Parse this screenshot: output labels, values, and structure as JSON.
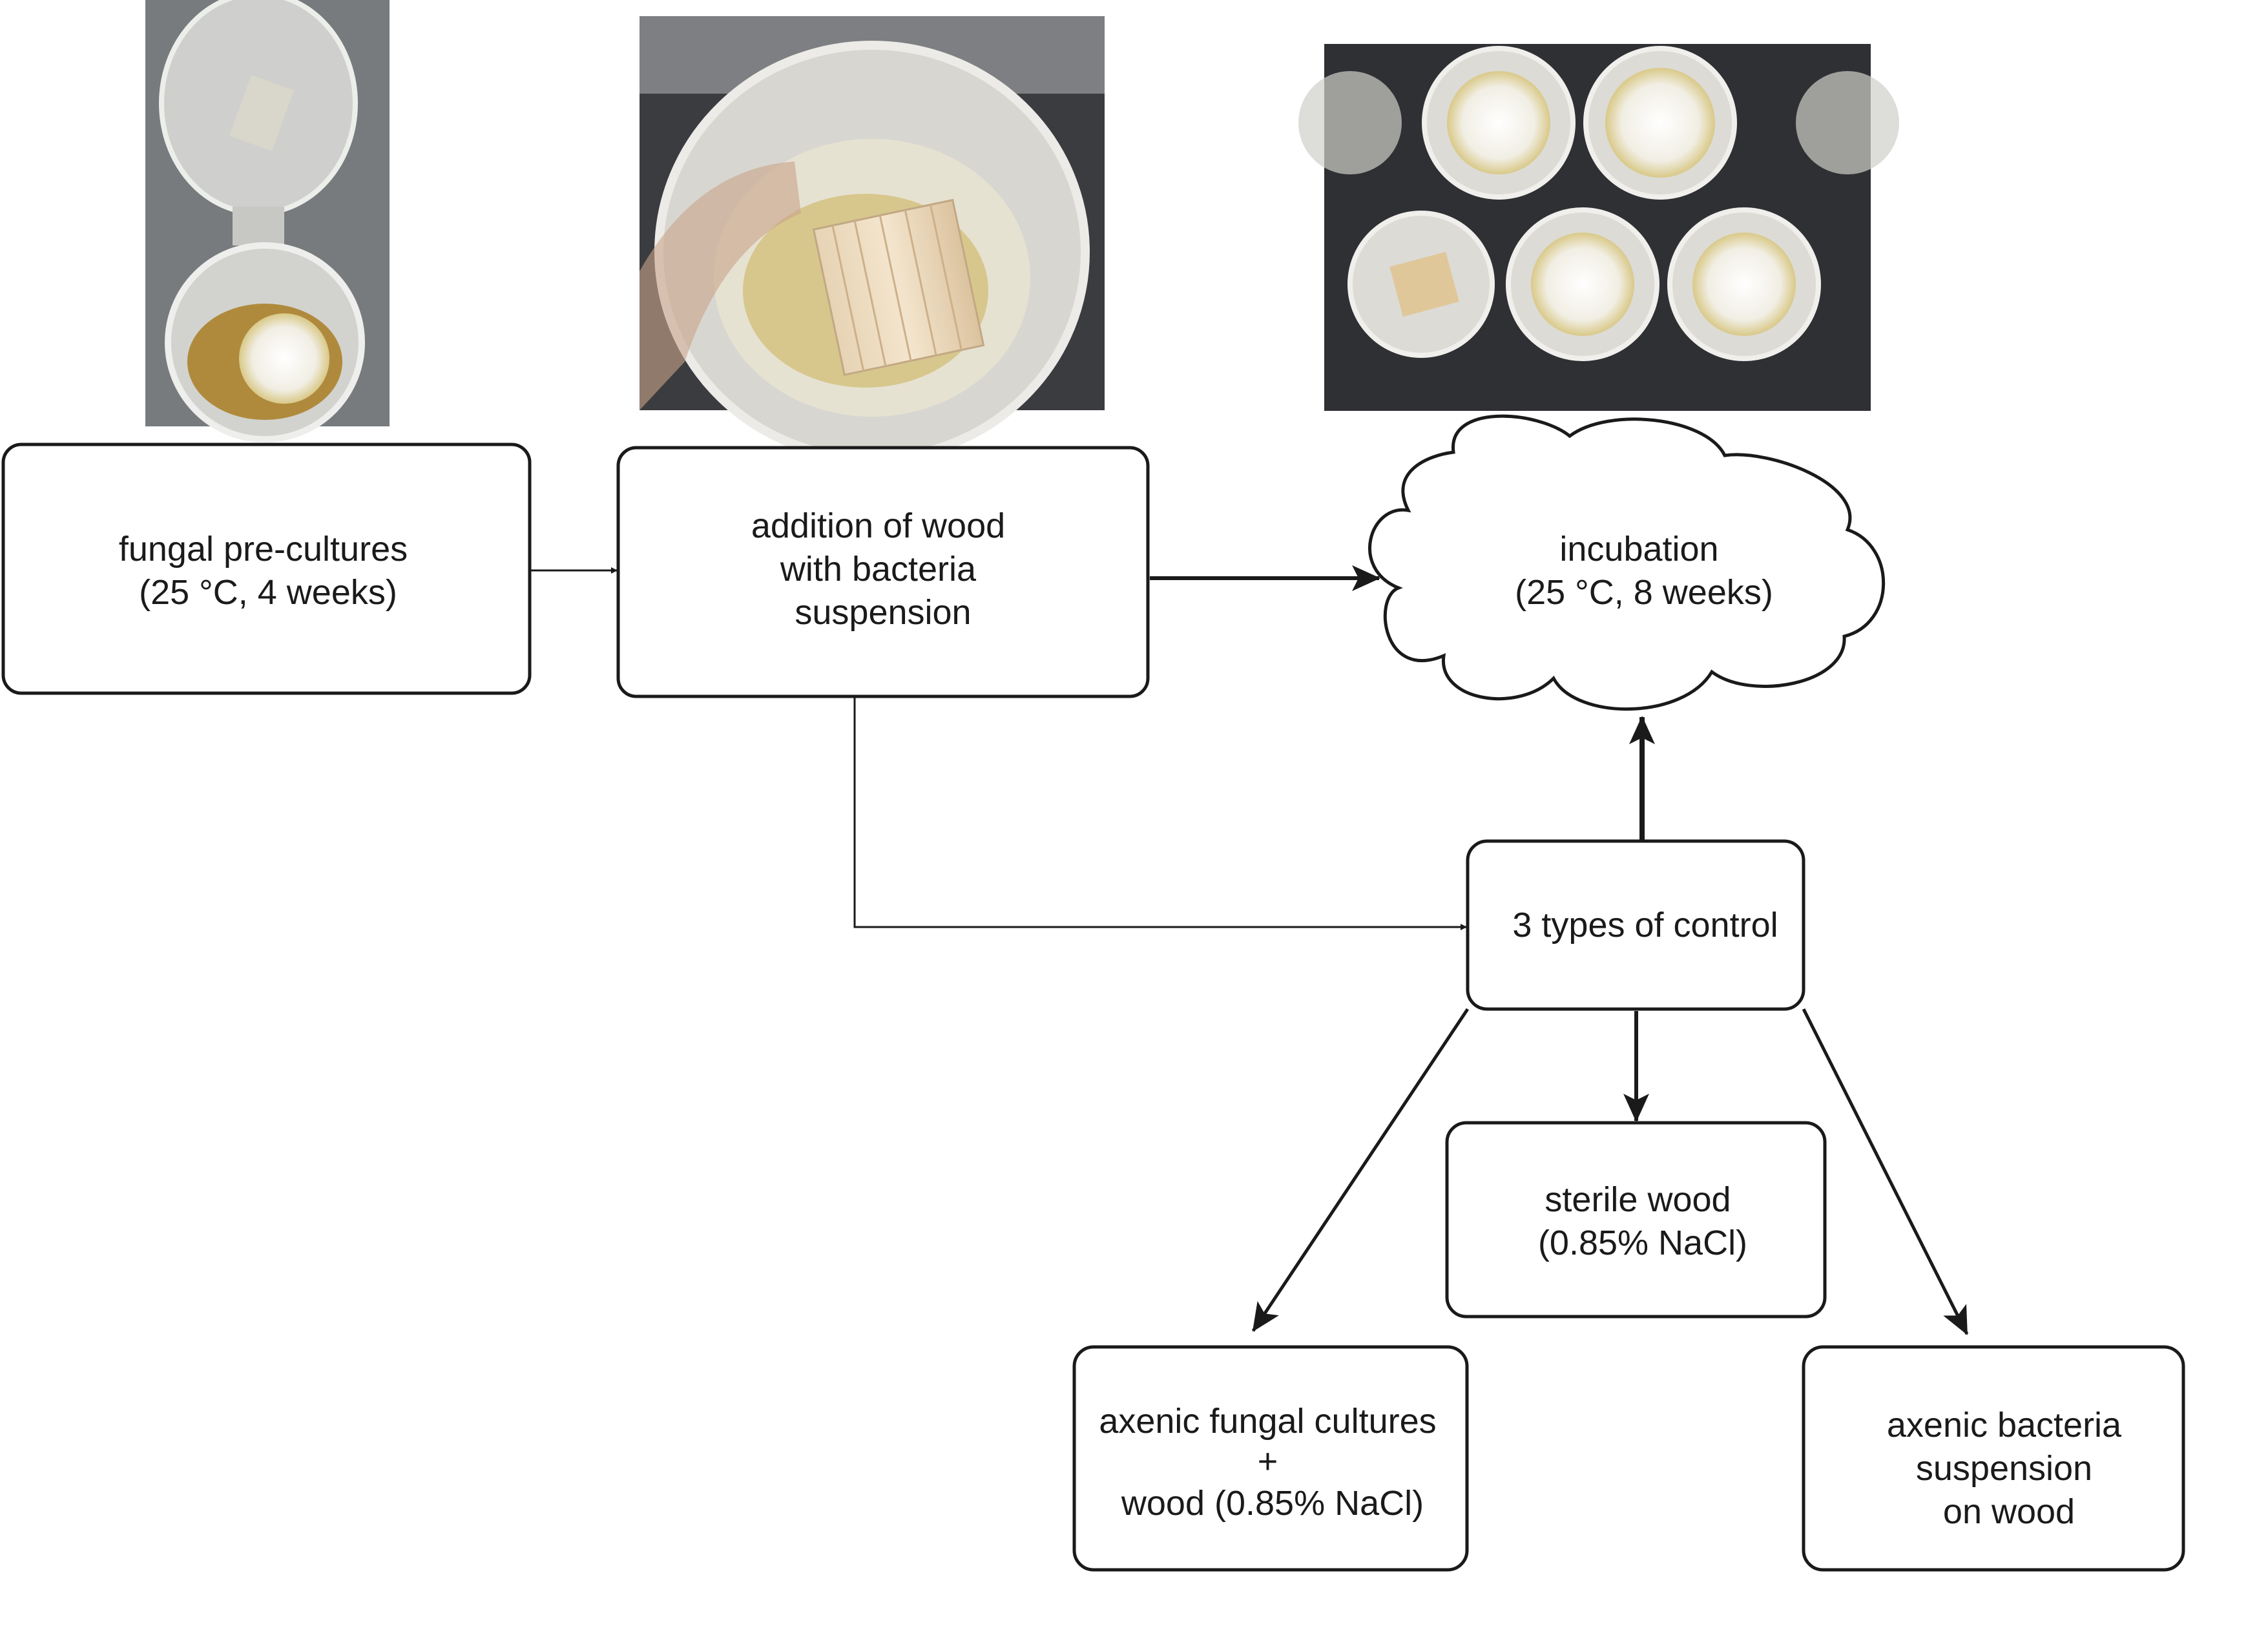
{
  "photos": [
    {
      "name": "photo-fungal-precultures",
      "icon": "petri-cup-photo"
    },
    {
      "name": "photo-wood-addition",
      "icon": "wood-in-cup-photo"
    },
    {
      "name": "photo-incubated-cups",
      "icon": "cup-array-photo"
    }
  ],
  "nodes": {
    "precultures": {
      "lines": [
        "fungal pre-cultures",
        "(25  °C, 4 weeks)"
      ]
    },
    "addition": {
      "lines": [
        "addition of  wood",
        "with bacteria",
        "suspension"
      ]
    },
    "incubation": {
      "lines": [
        "incubation",
        "(25  °C, 8 weeks)"
      ]
    },
    "controls": {
      "lines": [
        "3 types of control"
      ]
    },
    "sterile": {
      "lines": [
        "sterile wood",
        "(0.85% NaCl)"
      ]
    },
    "axenic_fungal": {
      "lines": [
        "axenic fungal cultures",
        "+",
        " wood (0.85% NaCl)"
      ]
    },
    "axenic_bacteria": {
      "lines": [
        "axenic bacteria",
        "suspension",
        "on wood"
      ]
    }
  },
  "colors": {
    "stroke": "#1a1a1a",
    "photo_bg": "#4a4d52",
    "cup": "#e4e2dc",
    "mycelium": "#f4f2ea",
    "agar": "#c9a24a"
  }
}
